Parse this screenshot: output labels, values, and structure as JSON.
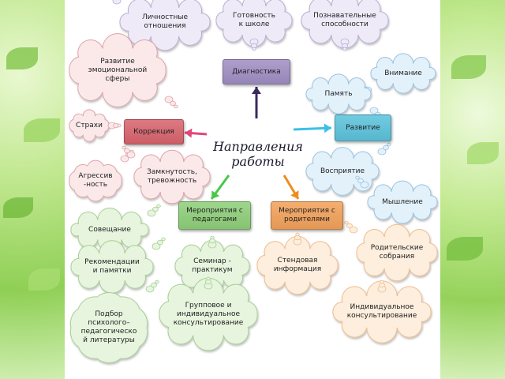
{
  "center_title": "Направления\nработы",
  "boxes": {
    "diagnostics": "Диагностика",
    "correction": "Коррекция",
    "development": "Развитие",
    "teachers": "Мероприятия с\nпедагогами",
    "parents": "Мероприятия с\nродителями"
  },
  "clouds": {
    "personal_relations": "Личностные\nотношения",
    "school_readiness": "Готовность\nк школе",
    "cognitive_abilities": "Познавательные\nспособности",
    "emotional_development": "Развитие\nэмоциональной\nсферы",
    "fears": "Страхи",
    "aggression": "Агрессив\n-ность",
    "withdrawal_anxiety": "Замкнутость,\nтревожность",
    "attention": "Внимание",
    "memory": "Память",
    "perception": "Восприятие",
    "thinking": "Мышление",
    "meeting": "Совещание",
    "recommendations": "Рекомендации\nи памятки",
    "seminar": "Семинар -\nпрактикум",
    "literature": "Подбор\nпсихолого–\nпедагогическо\nй литературы",
    "group_individual": "Групповое и\nиндивидуальное\nконсультирование",
    "stand_info": "Стендовая\nинформация",
    "parent_meetings": "Родительские\nсобрания",
    "individual_consult": "Индивидуальное\nконсультирование"
  },
  "colors": {
    "diagnostics": "#a08fc4",
    "correction": "#d9646e",
    "development": "#5cc3dc",
    "teachers": "#8fd07a",
    "parents": "#f3a25b",
    "cloud_purple": "#efeaf7",
    "cloud_blue": "#e3f1fb",
    "cloud_pink": "#fbe9ea",
    "cloud_green": "#e7f5df",
    "cloud_orange": "#fdeedd",
    "arrow_up": "#3b2a5c",
    "arrow_left": "#e04878",
    "arrow_right": "#3cc0e6",
    "arrow_down_left": "#48c848",
    "arrow_down_right": "#f08c1e"
  }
}
